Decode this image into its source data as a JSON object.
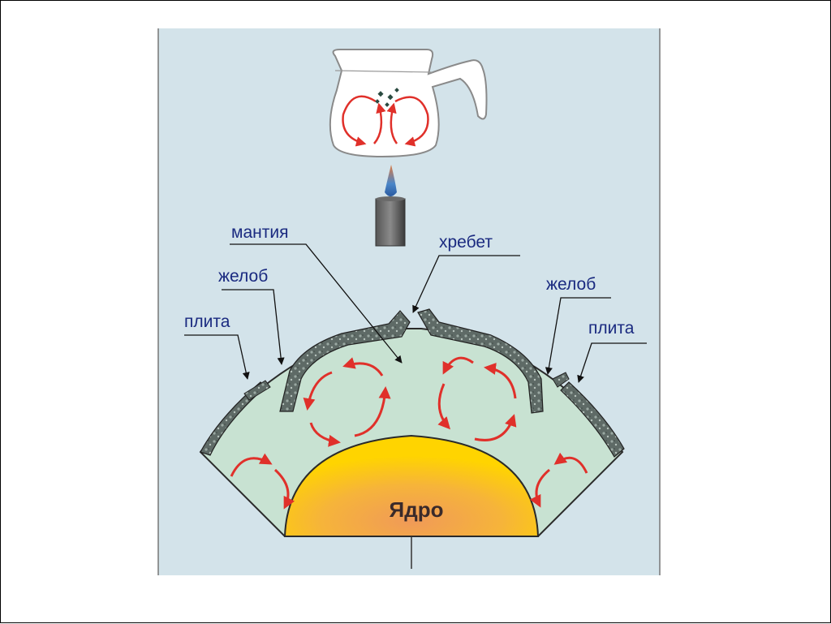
{
  "labels": {
    "mantle": "мантия",
    "ridge": "хребет",
    "trench_left": "желоб",
    "trench_right": "желоб",
    "plate_left": "плита",
    "plate_right": "плита",
    "core": "Ядро"
  },
  "colors": {
    "panel_bg": "#d3e3ea",
    "mantle_fill": "#c8e2d2",
    "crust_fill": "#5f6a66",
    "arrow_color": "#e0302a",
    "label_color": "#1a2a80",
    "core_center": "#f0a850",
    "core_edge": "#ffcc00"
  },
  "icons": [
    "kettle-icon",
    "burner-icon",
    "flame-icon"
  ]
}
